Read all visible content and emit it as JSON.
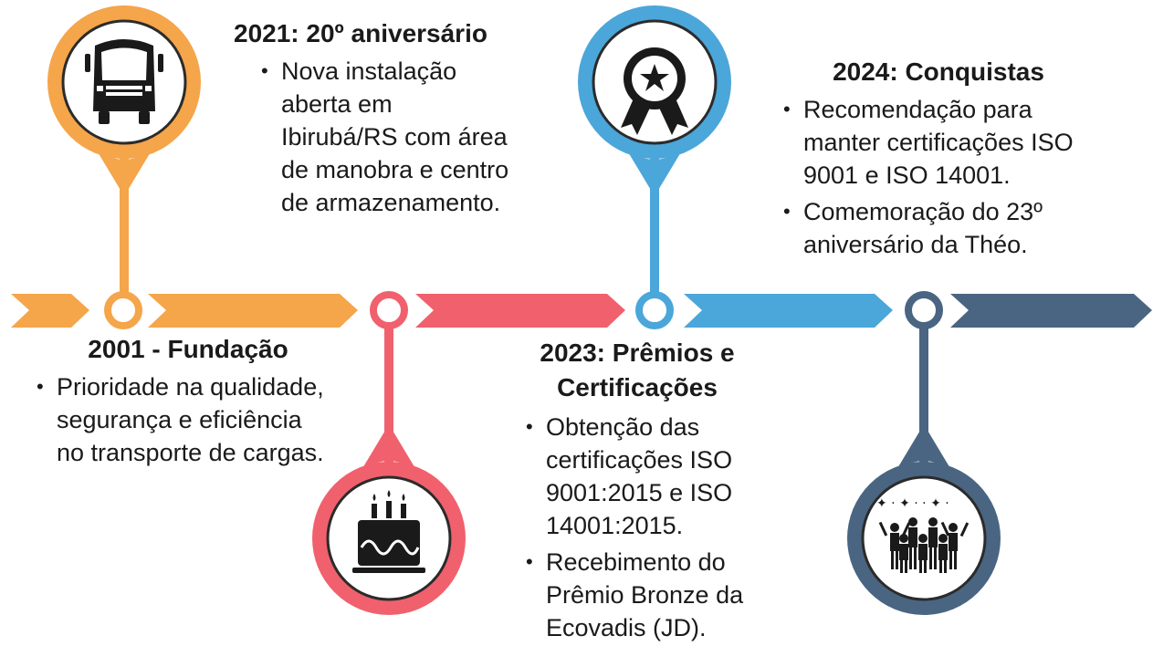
{
  "colors": {
    "orange": "#F5A54A",
    "red": "#F0616D",
    "blue": "#4BA6DA",
    "slate": "#4A6582"
  },
  "milestones": [
    {
      "id": "m2001",
      "color": "#F5A54A",
      "icon": "truck-icon",
      "title": "2001 - Fundação",
      "items": [
        "Prioridade na qualidade, segurança e eficiência no transporte de cargas."
      ]
    },
    {
      "id": "m2021",
      "color": "#F0616D",
      "icon": "birthday-cake-icon",
      "title": "2021: 20º aniversário",
      "items": [
        "Nova instalação aberta em Ibirubá/RS com área de manobra e centro de armazenamento."
      ]
    },
    {
      "id": "m2023",
      "color": "#4BA6DA",
      "icon": "award-ribbon-icon",
      "title": "2023: Prêmios e Certificações",
      "items": [
        "Obtenção das certificações ISO 9001:2015 e ISO 14001:2015.",
        "Recebimento do Prêmio Bronze da Ecovadis (JD)."
      ]
    },
    {
      "id": "m2024",
      "color": "#4A6582",
      "icon": "celebrating-people-icon",
      "title": "2024: Conquistas",
      "items": [
        "Recomendação para manter certificações ISO 9001 e ISO 14001.",
        "Comemoração do 23º aniversário da Théo."
      ]
    }
  ]
}
